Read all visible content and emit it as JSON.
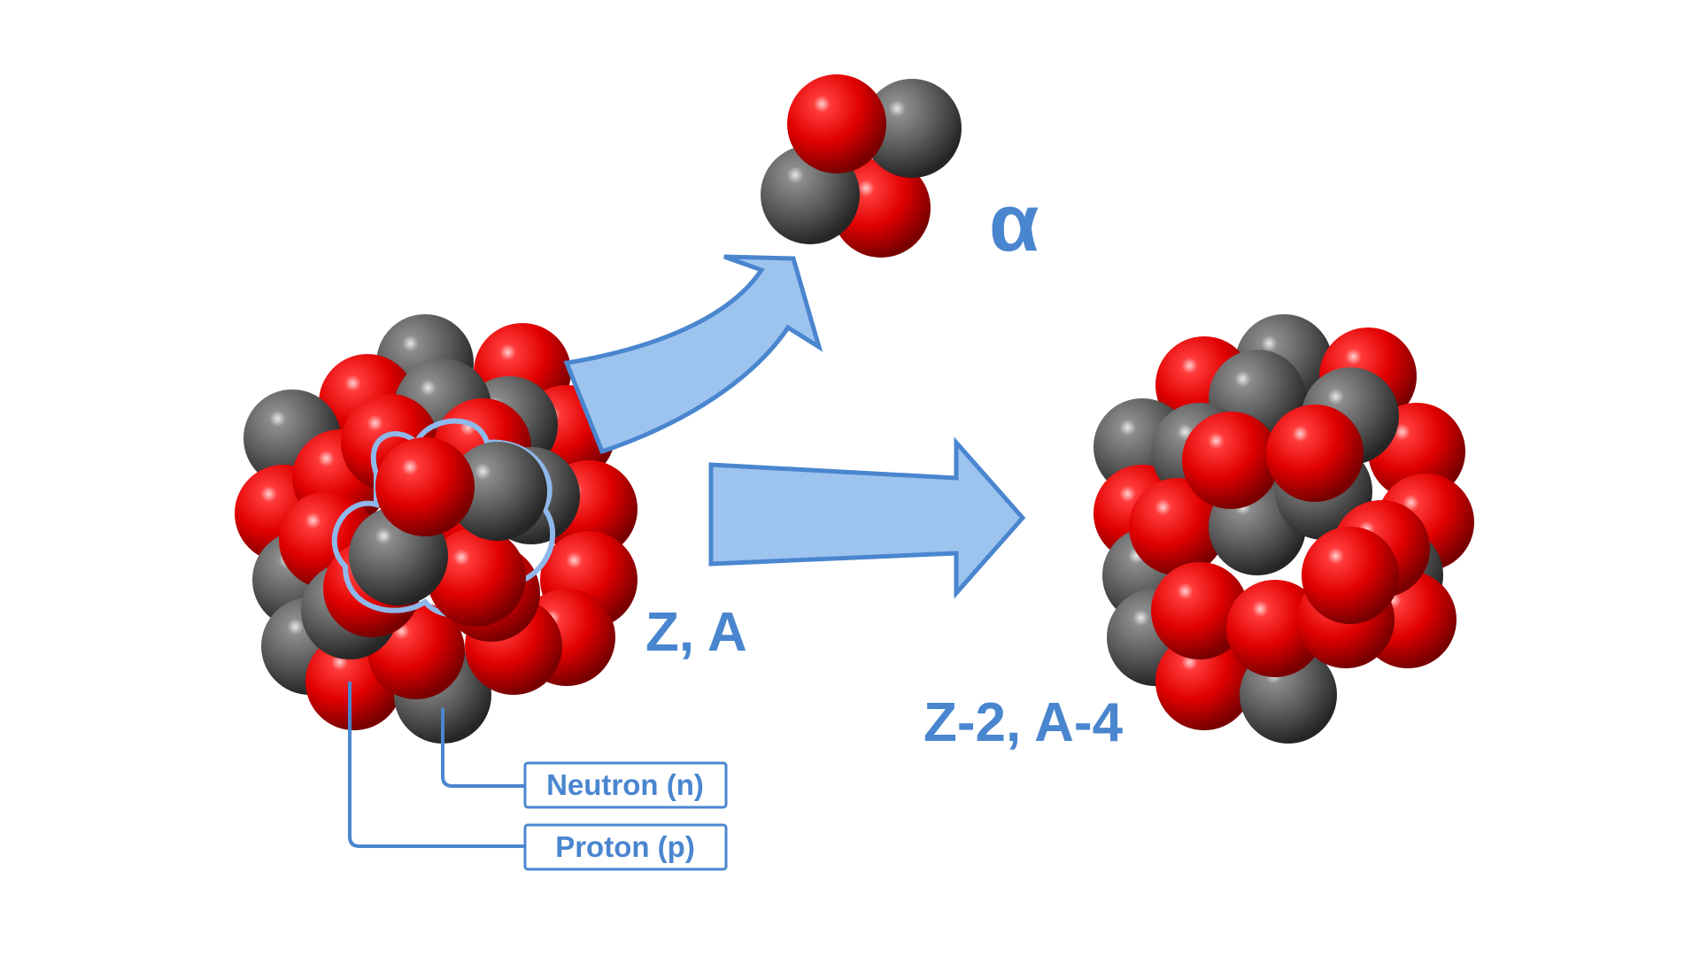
{
  "labels": {
    "alpha": "α",
    "parent": "Z, A",
    "daughter": "Z-2, A-4",
    "neutron": "Neutron (n)",
    "proton": "Proton (p)"
  },
  "colors": {
    "proton": "#e60000",
    "neutron": "#5a5a5a",
    "arrow_fill": "#9dc3ef",
    "arrow_stroke": "#4a86cf",
    "label": "#4a86cf"
  }
}
